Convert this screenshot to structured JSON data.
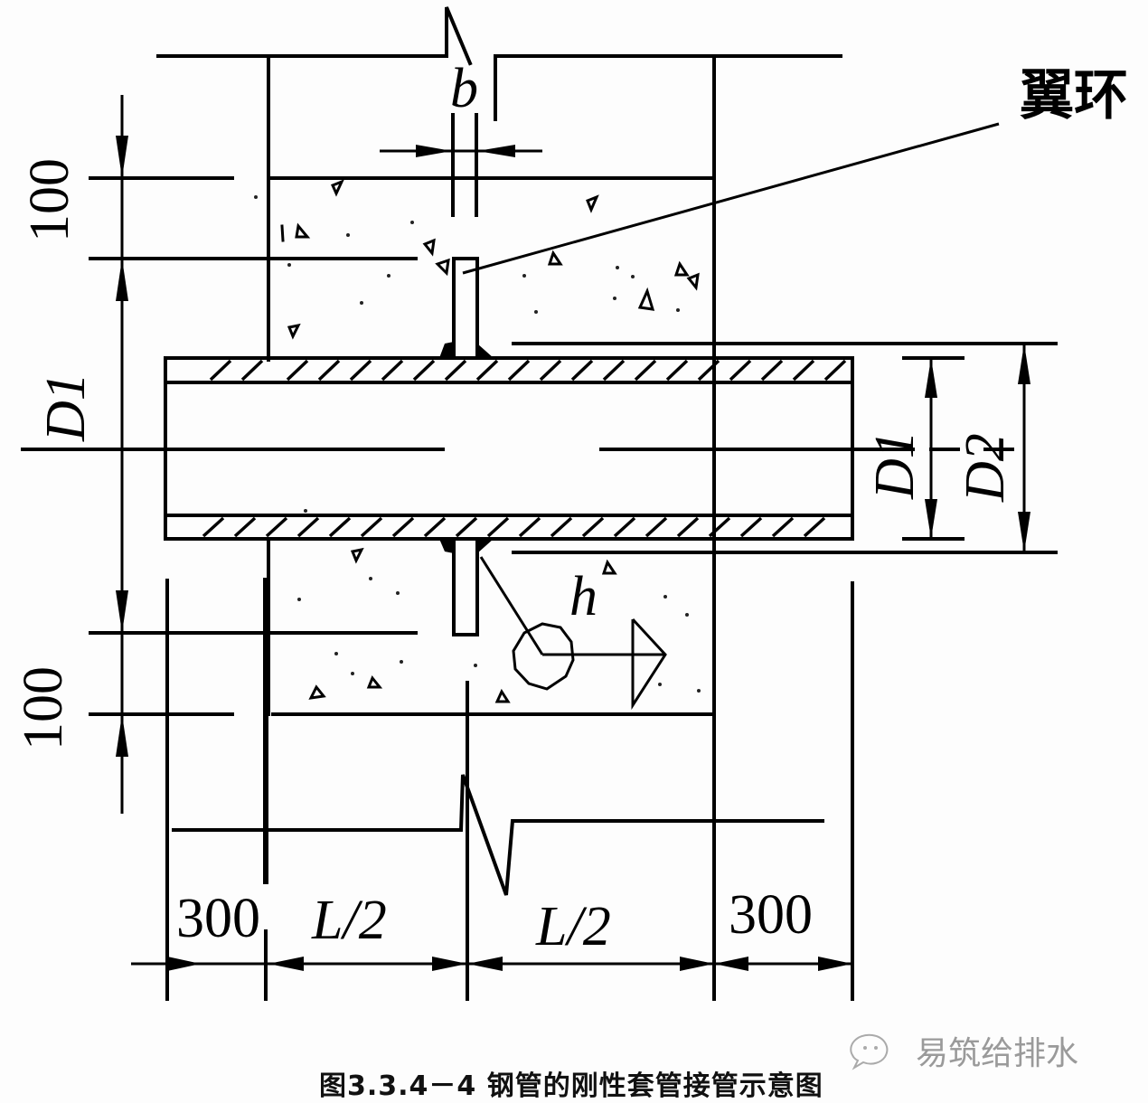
{
  "figure": {
    "caption": "图3.3.4－4 钢管的刚性套管接管示意图",
    "callout_label": "翼环",
    "watermark": {
      "icon": "wechat-icon",
      "text": "易筑给排水"
    }
  },
  "dimensions": {
    "top_depth": "100",
    "bottom_depth": "100",
    "left_diameter": "D1",
    "right_inner_diameter": "D1",
    "right_outer_diameter": "D2",
    "ring_thickness": "b",
    "weld_size": "h",
    "bottom": [
      "300",
      "L/2",
      "L/2",
      "300"
    ]
  },
  "colors": {
    "line": "#000000",
    "background": "#fdfdfd",
    "watermark": "#9a9a9a"
  }
}
